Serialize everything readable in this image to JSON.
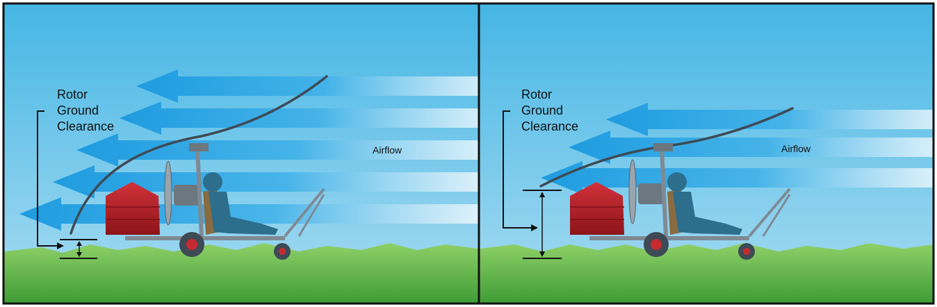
{
  "panels": [
    {
      "label_lines": [
        "Rotor",
        "Ground",
        "Clearance"
      ],
      "airflow_label": "Airflow",
      "clearance": "small"
    },
    {
      "label_lines": [
        "Rotor",
        "Ground",
        "Clearance"
      ],
      "airflow_label": "Airflow",
      "clearance": "large"
    }
  ],
  "colors": {
    "sky_top": "#45b6e4",
    "sky_bottom": "#a8dcf2",
    "arrow": "#1e9be0",
    "grass_light": "#8fd068",
    "grass_dark": "#3f9c35",
    "body_red": "#b81e24",
    "frame_gray": "#7f8a94",
    "pilot_blue": "#2c6e8c",
    "seat_brown": "#8a6a40",
    "border": "#111111"
  }
}
